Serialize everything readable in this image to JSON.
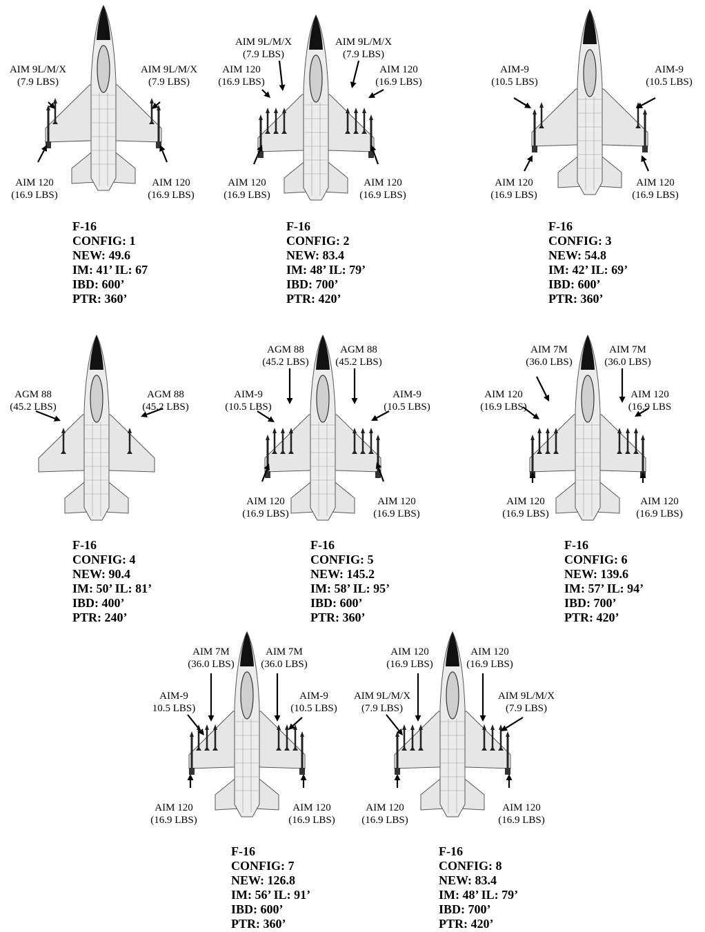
{
  "configs": [
    {
      "aircraft": "F-16",
      "config": "CONFIG: 1",
      "new": "NEW: 49.6",
      "im_il": "IM: 41’ IL: 67",
      "ibd": "IBD: 600’",
      "ptr": "PTR: 360’",
      "labels": [
        {
          "name": "AIM 9L/M/X",
          "weight": "(7.9 LBS)"
        },
        {
          "name": "AIM 9L/M/X",
          "weight": "(7.9 LBS)"
        },
        {
          "name": "AIM 120",
          "weight": "(16.9 LBS)"
        },
        {
          "name": "AIM 120",
          "weight": "(16.9 LBS)"
        }
      ]
    },
    {
      "aircraft": "F-16",
      "config": "CONFIG: 2",
      "new": "NEW: 83.4",
      "im_il": "IM: 48’ IL: 79’",
      "ibd": "IBD: 700’",
      "ptr": "PTR: 420’",
      "labels": [
        {
          "name": "AIM 9L/M/X",
          "weight": "(7.9 LBS)"
        },
        {
          "name": "AIM 9L/M/X",
          "weight": "(7.9 LBS)"
        },
        {
          "name": "AIM 120",
          "weight": "(16.9 LBS)"
        },
        {
          "name": "AIM 120",
          "weight": "(16.9 LBS)"
        },
        {
          "name": "AIM 120",
          "weight": "(16.9 LBS)"
        },
        {
          "name": "AIM 120",
          "weight": "(16.9 LBS)"
        }
      ]
    },
    {
      "aircraft": "F-16",
      "config": "CONFIG: 3",
      "new": "NEW: 54.8",
      "im_il": "IM: 42’ IL: 69’",
      "ibd": "IBD: 600’",
      "ptr": "PTR: 360’",
      "labels": [
        {
          "name": "AIM-9",
          "weight": "(10.5 LBS)"
        },
        {
          "name": "AIM-9",
          "weight": "(10.5 LBS)"
        },
        {
          "name": "AIM 120",
          "weight": "(16.9 LBS)"
        },
        {
          "name": "AIM 120",
          "weight": "(16.9 LBS)"
        }
      ]
    },
    {
      "aircraft": "F-16",
      "config": "CONFIG: 4",
      "new": "NEW: 90.4",
      "im_il": "IM: 50’ IL: 81’",
      "ibd": "IBD: 400’",
      "ptr": "PTR: 240’",
      "labels": [
        {
          "name": "AGM 88",
          "weight": "(45.2 LBS)"
        },
        {
          "name": "AGM 88",
          "weight": "(45.2 LBS)"
        }
      ]
    },
    {
      "aircraft": "F-16",
      "config": "CONFIG: 5",
      "new": "NEW: 145.2",
      "im_il": "IM: 58’ IL: 95’",
      "ibd": "IBD: 600’",
      "ptr": "PTR: 360’",
      "labels": [
        {
          "name": "AGM 88",
          "weight": "(45.2 LBS)"
        },
        {
          "name": "AGM 88",
          "weight": "(45.2 LBS)"
        },
        {
          "name": "AIM-9",
          "weight": "(10.5 LBS)"
        },
        {
          "name": "AIM-9",
          "weight": "(10.5 LBS)"
        },
        {
          "name": "AIM 120",
          "weight": "(16.9 LBS)"
        },
        {
          "name": "AIM 120",
          "weight": "(16.9 LBS)"
        }
      ]
    },
    {
      "aircraft": "F-16",
      "config": "CONFIG: 6",
      "new": "NEW: 139.6",
      "im_il": "IM: 57’ IL: 94’",
      "ibd": "IBD: 700’",
      "ptr": "PTR: 420’",
      "labels": [
        {
          "name": "AIM 7M",
          "weight": "(36.0 LBS)"
        },
        {
          "name": "AIM 7M",
          "weight": "(36.0 LBS)"
        },
        {
          "name": "AIM 120",
          "weight": "(16.9 LBS)"
        },
        {
          "name": "AIM 120",
          "weight": "(16.9 LBS"
        },
        {
          "name": "AIM 120",
          "weight": "(16.9 LBS)"
        },
        {
          "name": "AIM 120",
          "weight": "(16.9 LBS)"
        }
      ]
    },
    {
      "aircraft": "F-16",
      "config": "CONFIG: 7",
      "new": "NEW: 126.8",
      "im_il": "IM: 56’ IL: 91’",
      "ibd": "IBD: 600’",
      "ptr": "PTR: 360’",
      "labels": [
        {
          "name": "AIM 7M",
          "weight": "(36.0 LBS)"
        },
        {
          "name": "AIM 7M",
          "weight": "(36.0 LBS)"
        },
        {
          "name": "AIM-9",
          "weight": "10.5 LBS)"
        },
        {
          "name": "AIM-9",
          "weight": "(10.5 LBS)"
        },
        {
          "name": "AIM 120",
          "weight": "(16.9 LBS)"
        },
        {
          "name": "AIM 120",
          "weight": "(16.9 LBS)"
        }
      ]
    },
    {
      "aircraft": "F-16",
      "config": "CONFIG: 8",
      "new": "NEW: 83.4",
      "im_il": "IM: 48’ IL: 79’",
      "ibd": "IBD: 700’",
      "ptr": "PTR: 420’",
      "labels": [
        {
          "name": "AIM 120",
          "weight": "(16.9 LBS)"
        },
        {
          "name": "AIM 120",
          "weight": "(16.9 LBS)"
        },
        {
          "name": "AIM 9L/M/X",
          "weight": "(7.9 LBS)"
        },
        {
          "name": "AIM 9L/M/X",
          "weight": "(7.9 LBS)"
        },
        {
          "name": "AIM 120",
          "weight": "(16.9 LBS)"
        },
        {
          "name": "AIM 120",
          "weight": "(16.9 LBS)"
        }
      ]
    }
  ]
}
